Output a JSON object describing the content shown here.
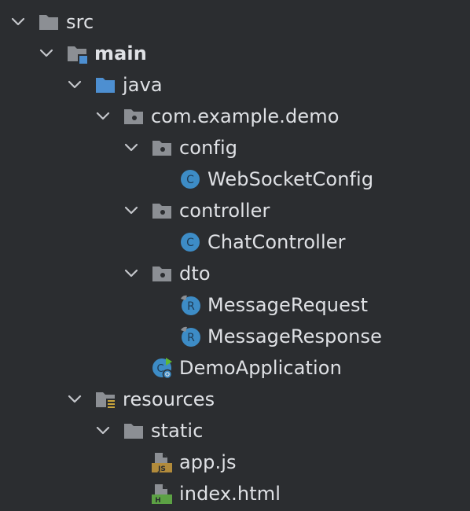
{
  "tree": {
    "items": [
      {
        "label": "src",
        "icon": "folder-icon"
      },
      {
        "label": "main",
        "icon": "module-folder-icon"
      },
      {
        "label": "java",
        "icon": "source-folder-icon"
      },
      {
        "label": "com.example.demo",
        "icon": "package-icon"
      },
      {
        "label": "config",
        "icon": "package-icon"
      },
      {
        "label": "WebSocketConfig",
        "icon": "class-icon"
      },
      {
        "label": "controller",
        "icon": "package-icon"
      },
      {
        "label": "ChatController",
        "icon": "class-icon"
      },
      {
        "label": "dto",
        "icon": "package-icon"
      },
      {
        "label": "MessageRequest",
        "icon": "record-icon"
      },
      {
        "label": "MessageResponse",
        "icon": "record-icon"
      },
      {
        "label": "DemoApplication",
        "icon": "spring-boot-app-icon"
      },
      {
        "label": "resources",
        "icon": "resources-folder-icon"
      },
      {
        "label": "static",
        "icon": "folder-icon"
      },
      {
        "label": "app.js",
        "icon": "javascript-file-icon"
      },
      {
        "label": "index.html",
        "icon": "html-file-icon"
      }
    ]
  },
  "colors": {
    "background": "#2b2d30",
    "text": "#dfe1e5",
    "folder": "#8c8f94",
    "source_folder": "#4d8fd1",
    "class": "#3d8cc6",
    "spring": "#5fb832",
    "js": "#b28b3b",
    "html": "#5ca144"
  }
}
